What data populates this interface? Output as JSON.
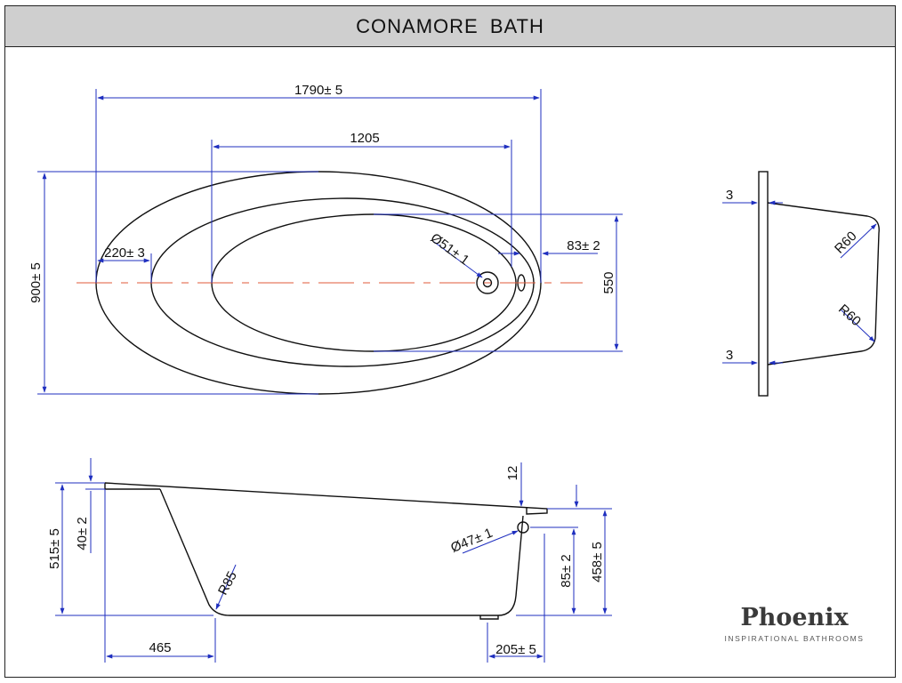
{
  "title": "CONAMORE  BATH",
  "plan_view": {
    "dim_overall_length": "1790± 5",
    "dim_inner_length": "1205",
    "dim_overall_width": "900± 5",
    "dim_inner_width": "550",
    "dim_rim_end": "220± 3",
    "dim_waste": "Ø51± 1",
    "dim_overflow_offset": "83± 2"
  },
  "end_section": {
    "dim_top_wall": "3",
    "dim_bottom_wall": "3",
    "dim_radius_top": "R60",
    "dim_radius_bottom": "R60"
  },
  "side_view": {
    "dim_overall_height": "515± 5",
    "dim_rim_thickness": "40± 2",
    "dim_radius": "R85",
    "dim_left_base": "465",
    "dim_right_base": "205± 5",
    "dim_overflow_diameter": "Ø47± 1",
    "dim_step": "12",
    "dim_overflow_height": "85± 2",
    "dim_depth": "458± 5"
  },
  "logo": {
    "name": "Phoenix",
    "tagline": "INSPIRATIONAL BATHROOMS"
  },
  "colors": {
    "outline": "#111111",
    "dimension_line": "#1f2fbf",
    "centerline": "#e05a3a",
    "title_bar": "#cfcfcf"
  }
}
